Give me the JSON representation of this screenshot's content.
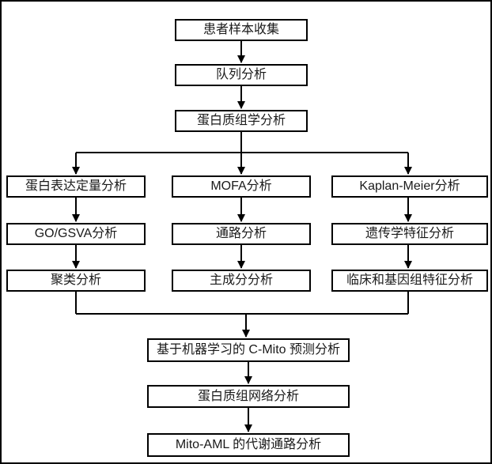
{
  "meta": {
    "background_color": "#ffffff",
    "line_color": "#000000",
    "text_color": "#1a1a1a",
    "frame_border_color": "#000000"
  },
  "nodes": {
    "sample_collection": {
      "label": "患者样本收集"
    },
    "cohort_analysis": {
      "label": "队列分析"
    },
    "proteomics_analysis": {
      "label": "蛋白质组学分析"
    },
    "protein_quantification": {
      "label": "蛋白表达定量分析"
    },
    "go_gsva_analysis": {
      "label": "GO/GSVA分析"
    },
    "clustering_analysis": {
      "label": "聚类分析"
    },
    "mofa_analysis": {
      "label": "MOFA分析"
    },
    "pathway_analysis": {
      "label": "通路分析"
    },
    "pca_analysis": {
      "label": "主成分分析"
    },
    "kaplan_meier_analysis": {
      "label": "Kaplan-Meier分析"
    },
    "genetic_features_analysis": {
      "label": "遗传学特征分析"
    },
    "clinical_genomic_analysis": {
      "label": "临床和基因组特征分析"
    },
    "cmito_prediction": {
      "label": "基于机器学习的 C-Mito 预测分析"
    },
    "proteome_network_analysis": {
      "label": "蛋白质组网络分析"
    },
    "mito_aml_pathway_analysis": {
      "label": "Mito-AML 的代谢通路分析"
    }
  },
  "edges": [
    {
      "from": "sample_collection",
      "to": "cohort_analysis"
    },
    {
      "from": "cohort_analysis",
      "to": "proteomics_analysis"
    },
    {
      "from": "proteomics_analysis",
      "to": "protein_quantification"
    },
    {
      "from": "proteomics_analysis",
      "to": "mofa_analysis"
    },
    {
      "from": "proteomics_analysis",
      "to": "kaplan_meier_analysis"
    },
    {
      "from": "protein_quantification",
      "to": "go_gsva_analysis"
    },
    {
      "from": "go_gsva_analysis",
      "to": "clustering_analysis"
    },
    {
      "from": "mofa_analysis",
      "to": "pathway_analysis"
    },
    {
      "from": "pathway_analysis",
      "to": "pca_analysis"
    },
    {
      "from": "kaplan_meier_analysis",
      "to": "genetic_features_analysis"
    },
    {
      "from": "genetic_features_analysis",
      "to": "clinical_genomic_analysis"
    },
    {
      "from": "clustering_analysis",
      "to": "cmito_prediction"
    },
    {
      "from": "clinical_genomic_analysis",
      "to": "cmito_prediction"
    },
    {
      "from": "cmito_prediction",
      "to": "proteome_network_analysis"
    },
    {
      "from": "proteome_network_analysis",
      "to": "mito_aml_pathway_analysis"
    }
  ]
}
